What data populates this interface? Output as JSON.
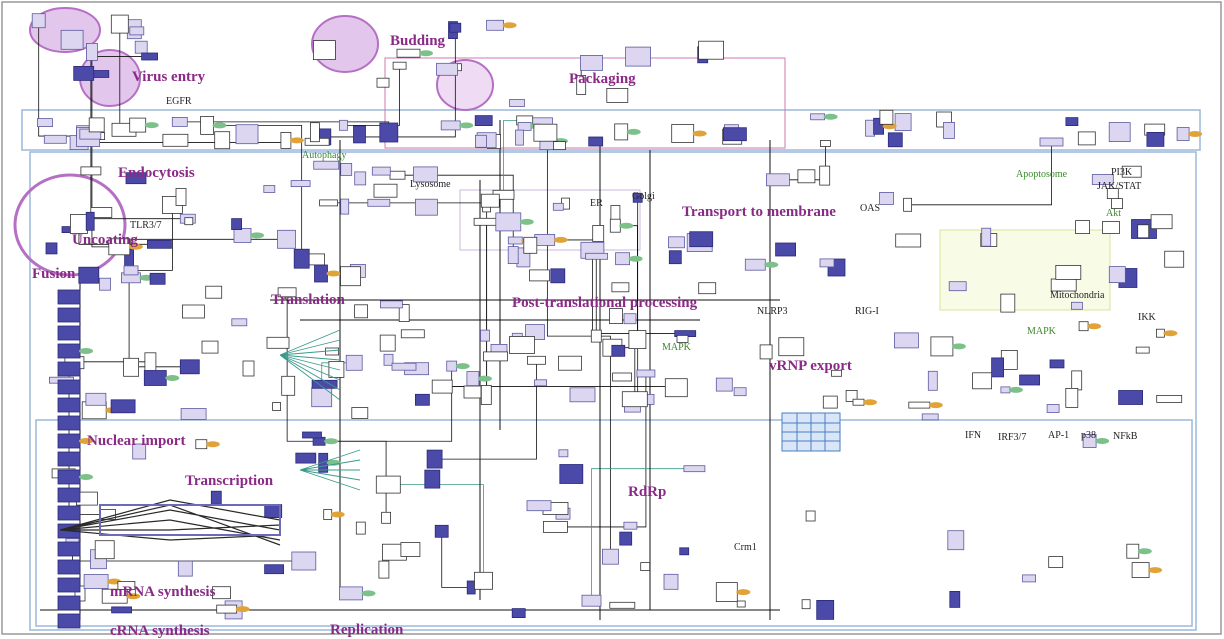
{
  "process_labels": {
    "budding": "Budding",
    "virus_entry": "Virus entry",
    "packaging": "Packaging",
    "endocytosis": "Endocytosis",
    "uncoating": "Uncoating",
    "fusion": "Fusion",
    "transport_to_membrane": "Transport to membrane",
    "translation": "Translation",
    "post_translational": "Post-translational processing",
    "vrnp_export": "vRNP export",
    "nuclear_import": "Nuclear import",
    "transcription": "Transcription",
    "rdrp": "RdRp",
    "mrna_synthesis": "mRNA synthesis",
    "crna_synthesis": "cRNA synthesis",
    "replication": "Replication"
  },
  "node_labels": {
    "egfr": "EGFR",
    "autophagy": "Autophagy",
    "lysosome": "Lysosome",
    "er": "ER",
    "golgi": "Golgi",
    "tlr37": "TLR3/7",
    "oas": "OAS",
    "apoptosome": "Apoptosome",
    "pi3k": "PI3K",
    "jak_stat": "JAK/STAT",
    "akt": "Akt",
    "nlrp3": "NLRP3",
    "rig1": "RIG-I",
    "mitochondria": "Mitochondria",
    "ikk": "IKK",
    "mapk_1": "MAPK",
    "mapk_2": "MAPK",
    "ifn": "IFN",
    "irf37": "IRF3/7",
    "ap1": "AP-1",
    "p38": "p38",
    "nfkb": "NFkB",
    "crm1": "Crm1"
  },
  "colors": {
    "process_label": "#8a2a86",
    "highlight": "#b56fc4",
    "node_fill": "#dcd6f0",
    "node_dark": "#4c4aa8",
    "protein_green": "#7cc08a",
    "protein_orange": "#e0a33a",
    "compartment_blue": "#8fb0d8",
    "edge": "#111111"
  }
}
